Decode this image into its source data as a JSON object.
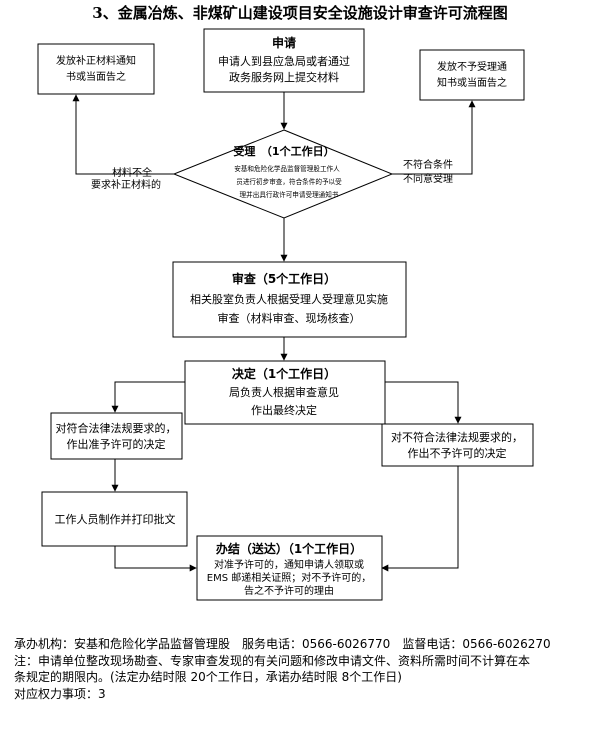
{
  "title": "3、金属冶炼、非煤矿山建设项目安全设施设计审查许可流程图",
  "apply": {
    "heading": "申请",
    "lines": [
      "申请人到县应急局或者通过",
      "政务服务网上提交材料"
    ]
  },
  "notice_supplement": [
    "发放补正材料通知",
    "书或当面告之"
  ],
  "notice_reject": [
    "发放不予受理通",
    "知书或当面告之"
  ],
  "accept": {
    "heading": "受理　（1个工作日）",
    "lines": [
      "安基和危险化学品监督管理股工作人",
      "员进行初步审查，符合条件的予以受",
      "理并出具行政许可申请受理通知书"
    ]
  },
  "label_incomplete": [
    "材料不全",
    "要求补正材料的"
  ],
  "label_not_qualified": [
    "不符合条件",
    "不同意受理"
  ],
  "review": {
    "heading": "审查（5个工作日）",
    "lines": [
      "相关股室负责人根据受理人受理意见实施",
      "审查（材料审查、现场核查）"
    ]
  },
  "decide": {
    "heading": "决定（1个工作日）",
    "lines": [
      "局负责人根据审查意见",
      "作出最终决定"
    ]
  },
  "approve": [
    "对符合法律法规要求的，",
    "作出准予许可的决定"
  ],
  "deny": [
    "对不符合法律法规要求的，",
    "作出不予许可的决定"
  ],
  "print": "工作人员制作并打印批文",
  "finish": {
    "heading": "办结（送达）（1个工作日）",
    "lines": [
      "对准予许可的，通知申请人领取或",
      "EMS 邮递相关证照；对不予许可的，",
      "告之不予许可的理由"
    ]
  },
  "footer": {
    "line1": "承办机构：安基和危险化学品监督管理股　服务电话：0566-6026770　监督电话：0566-6026270",
    "line2": "注：申请单位整改现场勘查、专家审查发现的有关问题和修改申请文件、资料所需时间不计算在本",
    "line3": "条规定的期限内。(法定办结时限 20个工作日，承诺办结时限 8个工作日)",
    "line4": "对应权力事项：3"
  }
}
